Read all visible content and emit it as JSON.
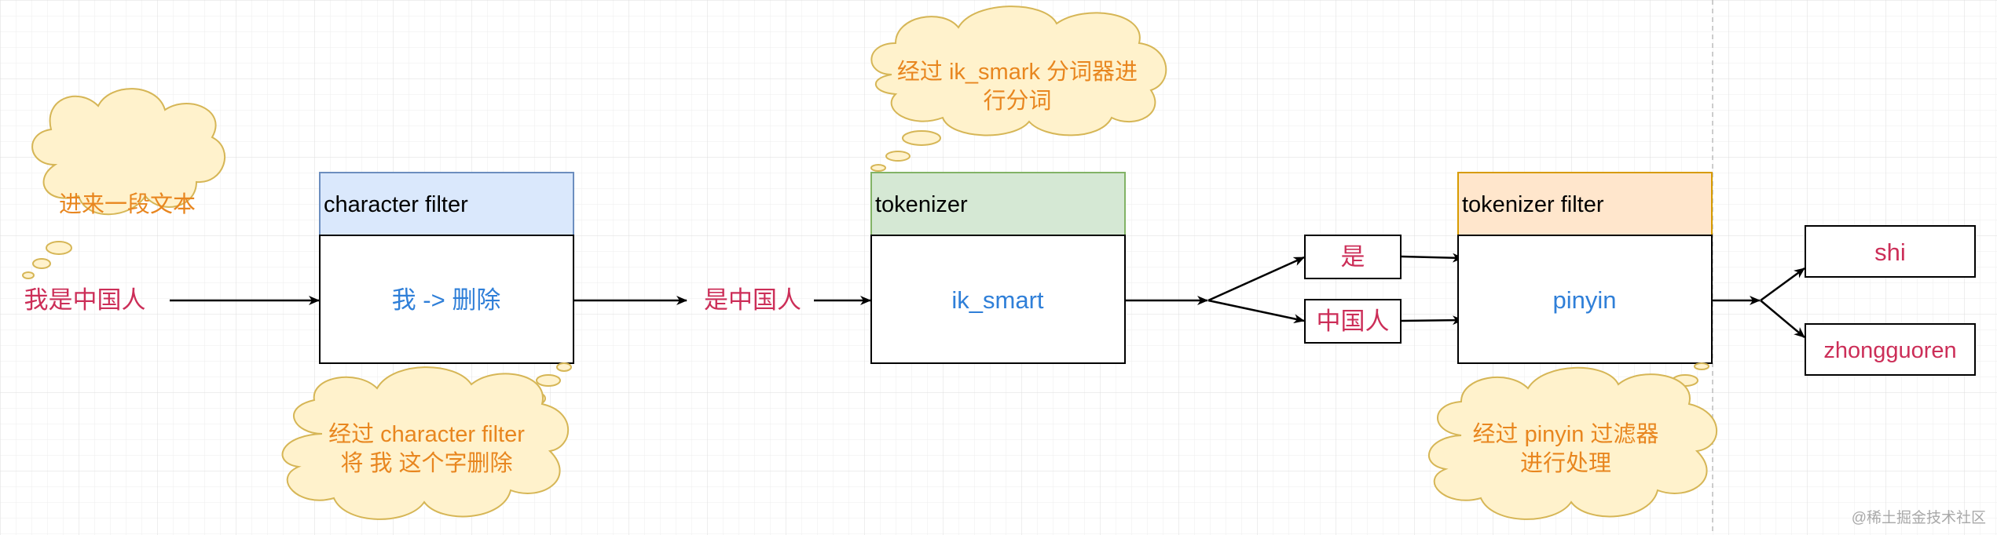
{
  "colors": {
    "grid": "#e4e4e4",
    "cloud_fill": "#fff2cc",
    "cloud_stroke": "#d6b656",
    "orange_text": "#e8861f",
    "red_text": "#cc2e58",
    "blue_text": "#2f7fd8",
    "header_blue": "#dae8fc",
    "header_blue_stroke": "#6c8ebf",
    "header_green": "#d5e8d4",
    "header_green_stroke": "#82b366",
    "header_orange": "#ffe6cc",
    "header_orange_stroke": "#d79b00"
  },
  "input_text": "我是中国人",
  "intermediate_text": "是中国人",
  "clouds": {
    "input_note": "进来一段文本",
    "char_filter_note_line1": "经过 character filter",
    "char_filter_note_line2": "将 我 这个字删除",
    "tokenizer_note_line1": "经过 ik_smark 分词器进",
    "tokenizer_note_line2": "行分词",
    "token_filter_note_line1": "经过 pinyin 过滤器",
    "token_filter_note_line2": "进行处理"
  },
  "boxes": {
    "character_filter": {
      "header": "character filter",
      "body": "我 -> 删除"
    },
    "tokenizer": {
      "header": "tokenizer",
      "body": "ik_smart"
    },
    "tokenizer_filter": {
      "header": "tokenizer filter",
      "body": "pinyin"
    }
  },
  "tokens": [
    "是",
    "中国人"
  ],
  "outputs": [
    "shi",
    "zhongguoren"
  ],
  "watermark": "@稀土掘金技术社区"
}
